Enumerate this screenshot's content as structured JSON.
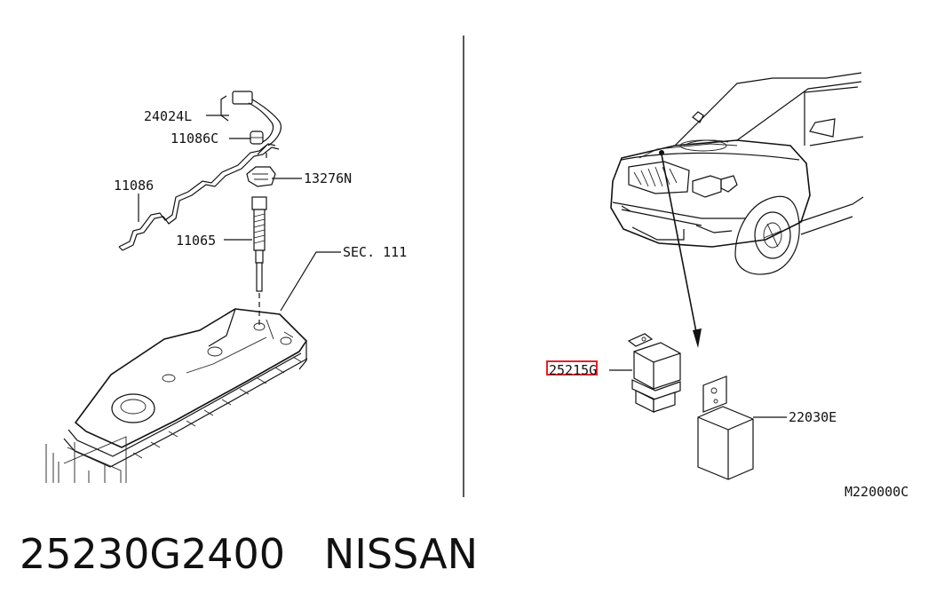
{
  "labels": {
    "l24024L": "24024L",
    "l11086C": "11086C",
    "l11086": "11086",
    "l13276N": "13276N",
    "l11065": "11065",
    "sec111": "SEC. 111",
    "l25215G": "25215G",
    "l22030E": "22030E",
    "ref": "M220000C"
  },
  "caption": {
    "part_number": "25230G2400",
    "brand": "NISSAN"
  },
  "colors": {
    "highlight": "#e8202a",
    "ink": "#111111"
  }
}
